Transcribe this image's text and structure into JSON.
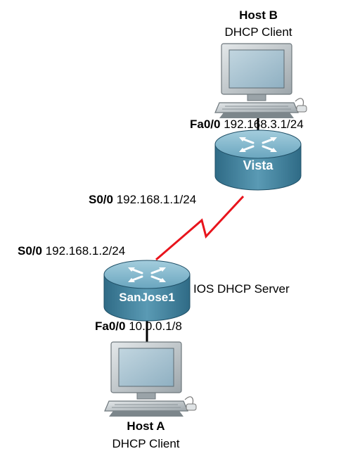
{
  "host_b": {
    "title": "Host B",
    "role": "DHCP Client"
  },
  "host_a": {
    "title": "Host A",
    "role": "DHCP Client"
  },
  "router_vista": {
    "name": "Vista",
    "lan_iface": "Fa0/0",
    "lan_ip": "192.168.3.1/24",
    "wan_iface": "S0/0",
    "wan_ip": "192.168.1.1/24"
  },
  "router_sanjose1": {
    "name": "SanJose1",
    "role": "IOS DHCP Server",
    "wan_iface": "S0/0",
    "wan_ip": "192.168.1.2/24",
    "lan_iface": "Fa0/0",
    "lan_ip": "10.0.0.1/8"
  },
  "colors": {
    "serial_link": "#e8141c",
    "router_body": "#4e8da8",
    "router_top": "#7fb7cc",
    "pc_body": "#c9cfd3",
    "pc_screen": "#a9c4d3"
  },
  "icons": [
    "pc-icon",
    "router-icon"
  ]
}
